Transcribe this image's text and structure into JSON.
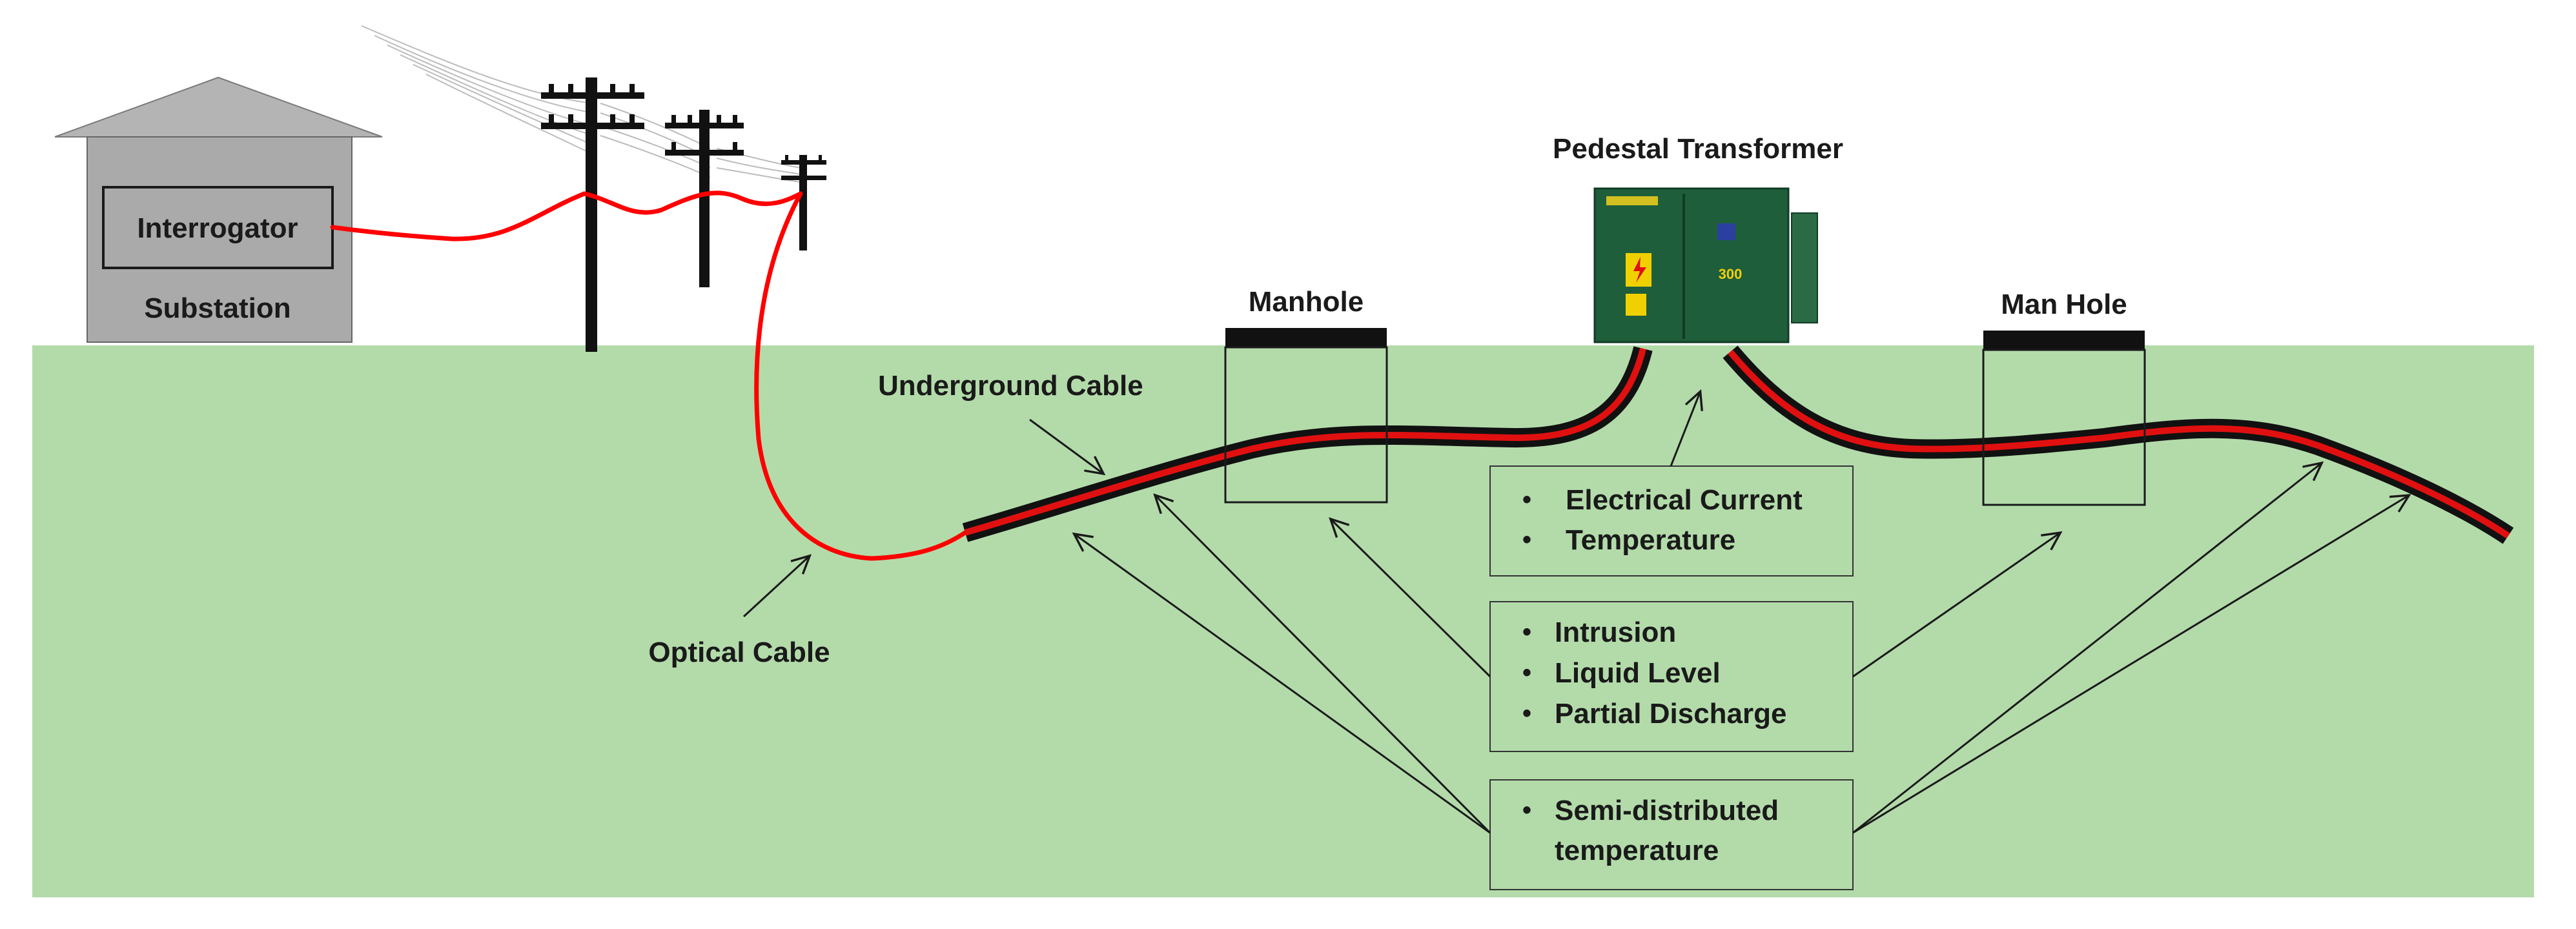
{
  "labels": {
    "interrogator": "Interrogator",
    "substation": "Substation",
    "pedestal_transformer": "Pedestal Transformer",
    "manhole": "Manhole",
    "man_hole": "Man Hole",
    "underground_cable": "Underground Cable",
    "optical_cable": "Optical Cable",
    "transformer_rating": "300"
  },
  "sensing_boxes": {
    "transformer": {
      "items": [
        "Electrical Current",
        "Temperature"
      ]
    },
    "manhole": {
      "items": [
        "Intrusion",
        "Liquid Level",
        "Partial Discharge"
      ]
    },
    "cable": {
      "line1": "Semi-distributed",
      "line2": "temperature"
    }
  },
  "bullet": "•",
  "colors": {
    "ground": "#b3dbaa",
    "building": "#aaaaaa",
    "roof": "#b4b4b4",
    "transformer": "#1f5e3b",
    "optical_cable": "#ff0000",
    "cable_outer": "#111111",
    "cable_core": "#e01010"
  }
}
